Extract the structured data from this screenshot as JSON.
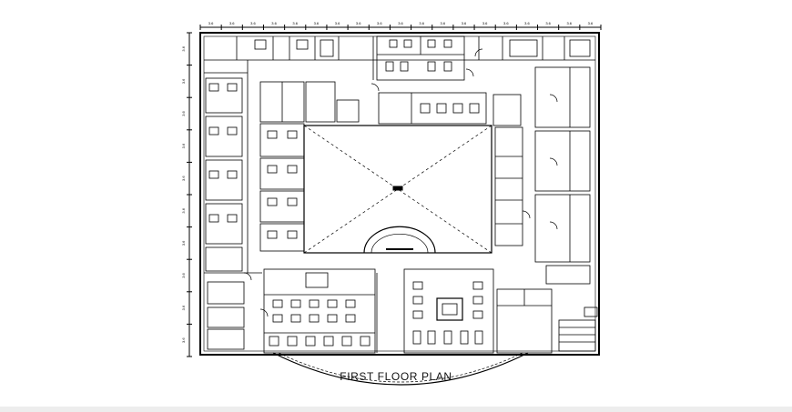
{
  "drawing": {
    "caption": "FIRST FLOOR PLAN",
    "dimension_marks_top": [
      "3.6",
      "3.6",
      "3.6",
      "3.6",
      "3.6",
      "3.6",
      "3.6",
      "3.6",
      "3.6",
      "3.6",
      "3.6",
      "3.6",
      "3.6",
      "3.6",
      "3.6",
      "3.6",
      "3.6",
      "3.6",
      "3.6"
    ],
    "dimension_marks_left": [
      "3.6",
      "3.6",
      "3.6",
      "3.6",
      "3.6",
      "3.6",
      "3.6",
      "3.6",
      "3.6",
      "3.6"
    ],
    "line_color": "#000000",
    "background": "#ffffff"
  }
}
